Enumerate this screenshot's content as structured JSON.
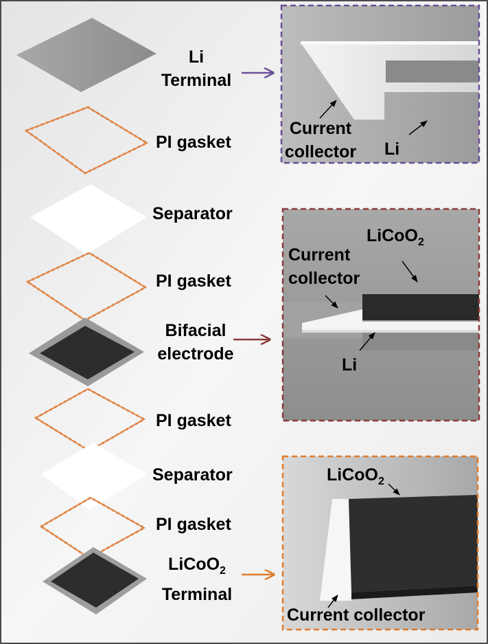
{
  "layers": [
    {
      "label_lines": [
        "Li",
        "Terminal"
      ]
    },
    {
      "label_lines": [
        "PI gasket"
      ]
    },
    {
      "label_lines": [
        "Separator"
      ]
    },
    {
      "label_lines": [
        "PI gasket"
      ]
    },
    {
      "label_lines": [
        "Bifacial",
        "electrode"
      ]
    },
    {
      "label_lines": [
        "PI gasket"
      ]
    },
    {
      "label_lines": [
        "Separator"
      ]
    },
    {
      "label_lines": [
        "PI gasket"
      ]
    },
    {
      "label_lines": [
        "LiCoO",
        "Terminal"
      ],
      "subscript": "2"
    }
  ],
  "insets": {
    "li_terminal": {
      "border_color": "#6a4f96",
      "labels": {
        "collector_1": "Current",
        "collector_2": "collector",
        "li": "Li"
      }
    },
    "bifacial": {
      "border_color": "#8b3a3a",
      "labels": {
        "licoo": "LiCoO",
        "licoo_sub": "2",
        "collector_1": "Current",
        "collector_2": "collector",
        "li": "Li"
      }
    },
    "licoo_terminal": {
      "border_color": "#e07b2a",
      "labels": {
        "licoo": "LiCoO",
        "licoo_sub": "2",
        "collector": "Current collector"
      }
    }
  },
  "colors": {
    "gasket": "#e0874a",
    "electrode": "#2d2d2d",
    "li_sheet": "#9a9a9a",
    "separator": "#ffffff",
    "arrow_purple": "#6a4f96",
    "arrow_red": "#8b3a3a",
    "arrow_orange": "#e07b2a"
  }
}
